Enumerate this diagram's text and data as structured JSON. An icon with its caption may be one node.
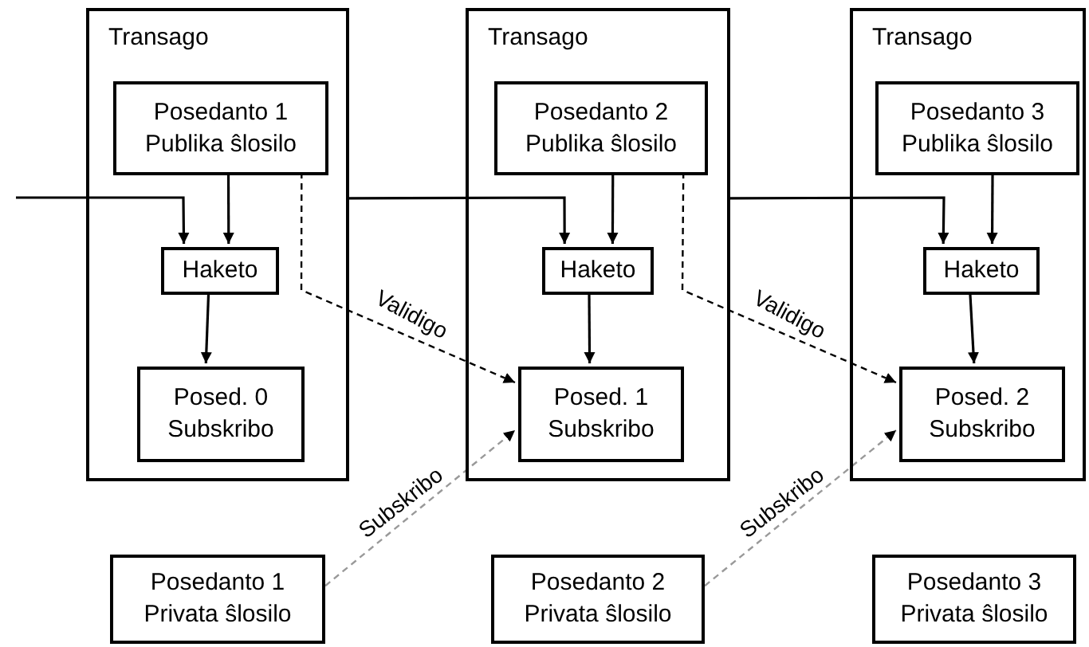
{
  "diagram": {
    "nodes": [
      {
        "text": [
          "Transago"
        ]
      },
      {
        "text": [
          "Posedanto 1 Publika ŝlosilo"
        ],
        "in": 0
      },
      {
        "text": [
          "Haketo"
        ],
        "in": 0
      },
      {
        "text": [
          "Posed. 0 Subskribo"
        ],
        "in": 0
      },
      {
        "text": [
          "Transago"
        ]
      },
      {
        "text": [
          "Posedanto 2 Publika ŝlosilo"
        ],
        "in": 4
      },
      {
        "text": [
          "Haketo"
        ],
        "in": 4
      },
      {
        "text": [
          "Posed. 1 Subskribo"
        ],
        "in": 4
      },
      {
        "text": [
          "Transago"
        ]
      },
      {
        "text": [
          "Posedanto 3 Publika ŝlosilo"
        ],
        "in": 8
      },
      {
        "text": [
          "Haketo"
        ],
        "in": 8
      },
      {
        "text": [
          "Posed. 2 Subskribo"
        ],
        "in": 8
      },
      {
        "text": [
          "Posedanto 1 Privata ŝlosilo"
        ]
      },
      {
        "text": [
          "Posedanto 2 Privata ŝlosilo"
        ]
      },
      {
        "text": [
          "Posedanto 3 Privata ŝlosilo"
        ]
      }
    ],
    "edges": [
      {
        "from": null,
        "to": 2,
        "arrow": "to"
      },
      {
        "from": 1,
        "to": 2,
        "arrow": "to"
      },
      {
        "from": 2,
        "to": 3,
        "arrow": "to"
      },
      {
        "from": 0,
        "to": 6,
        "arrow": "to"
      },
      {
        "from": 5,
        "to": 6,
        "arrow": "to"
      },
      {
        "from": 6,
        "to": 7,
        "arrow": "to"
      },
      {
        "from": 4,
        "to": 10,
        "arrow": "to"
      },
      {
        "from": 9,
        "to": 10,
        "arrow": "to"
      },
      {
        "from": 10,
        "to": 11,
        "arrow": "to"
      },
      {
        "from": 1,
        "to": 7,
        "label": "Validigo",
        "arrow": "to",
        "style": "dashed"
      },
      {
        "from": 5,
        "to": 11,
        "label": "Validigo",
        "arrow": "to",
        "style": "dashed"
      },
      {
        "from": 12,
        "to": 7,
        "label": "Subskribo",
        "arrow": "to",
        "style": "dashed",
        "color": "#999999"
      },
      {
        "from": 13,
        "to": 11,
        "label": "Subskribo",
        "arrow": "to",
        "style": "dashed",
        "color": "#999999"
      }
    ]
  }
}
